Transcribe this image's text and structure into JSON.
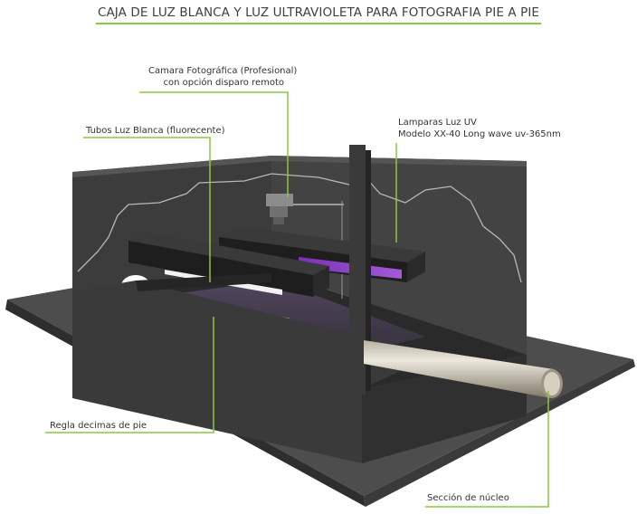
{
  "title": "CAJA DE LUZ BLANCA Y LUZ ULTRAVIOLETA PARA FOTOGRAFIA PIE A PIE",
  "labels": {
    "camera": [
      "Camara Fotográfica  (Profesional)",
      "con opción disparo remoto"
    ],
    "white_tubes": "Tubos Luz Blanca (fluorecente)",
    "uv_lamps": [
      "Lamparas Luz UV",
      "Modelo XX-40 Long wave uv-365nm"
    ],
    "ruler": "Regla decimas de pie",
    "core": "Sección de núcleo"
  },
  "colors": {
    "accent": "#8dc63f",
    "box_dark": "#3a3a3a",
    "base": "#555555",
    "uv_glow": "#8a3cc8",
    "core": "#c9c2b2"
  },
  "icons": [
    "camera-icon"
  ]
}
